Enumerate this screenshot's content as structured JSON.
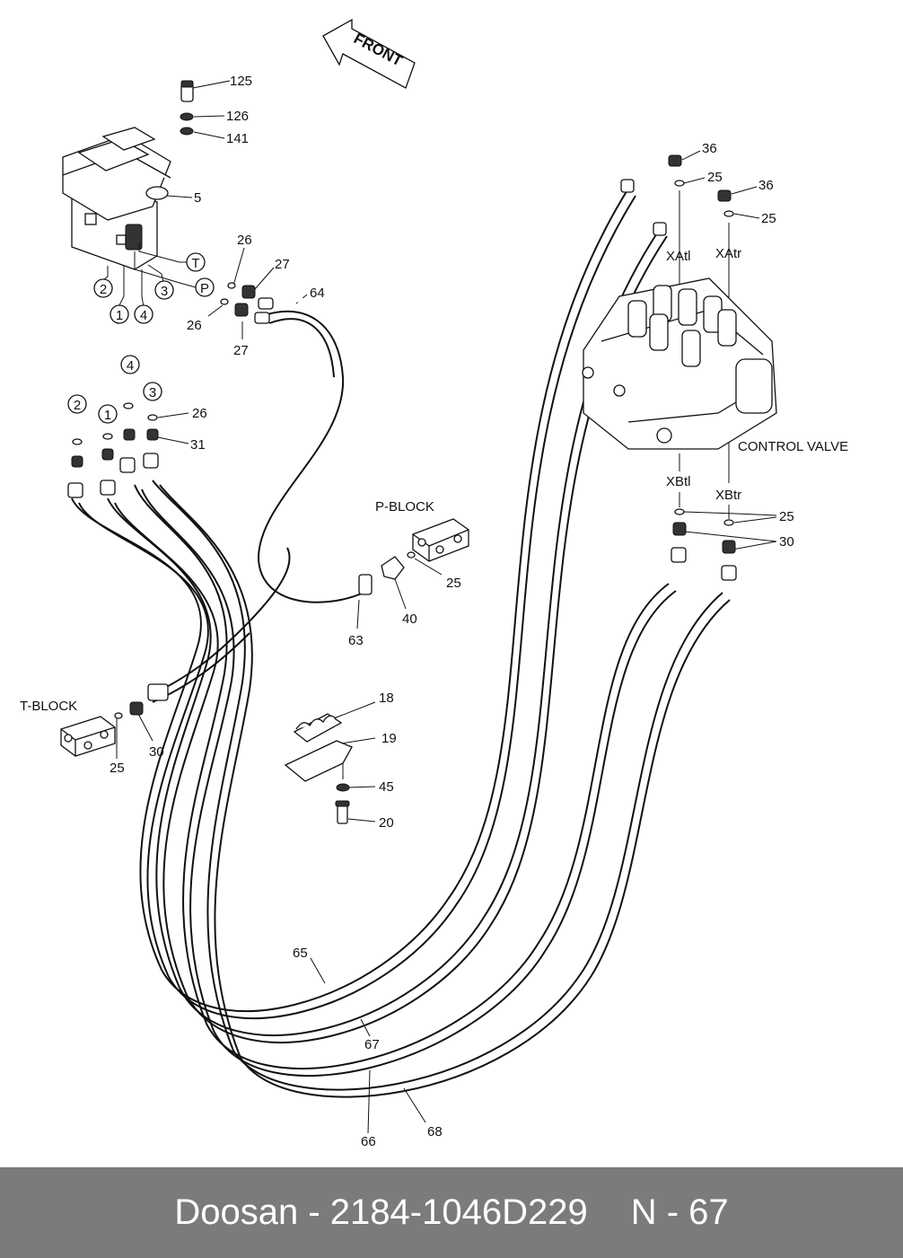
{
  "diagram": {
    "front_label": "FRONT",
    "block_labels": {
      "p_block": "P-BLOCK",
      "t_block": "T-BLOCK",
      "control_valve": "CONTROL VALVE",
      "xatl": "XAtl",
      "xatr": "XAtr",
      "xbtl": "XBtl",
      "xbtr": "XBtr"
    },
    "port_circles": {
      "t": "T",
      "p": "P",
      "top_2": "2",
      "top_1": "1",
      "top_3": "3",
      "top_4": "4",
      "left_2": "2",
      "left_1": "1",
      "left_4": "4",
      "left_3": "3"
    },
    "callouts": {
      "p125": "125",
      "p126": "126",
      "p141": "141",
      "p5": "5",
      "p26a": "26",
      "p27a": "27",
      "p64": "64",
      "p26b": "26",
      "p27b": "27",
      "p26c": "26",
      "p31": "31",
      "p36a": "36",
      "p25a": "25",
      "p36b": "36",
      "p25b": "25",
      "p25c": "25",
      "p30a": "30",
      "p25d": "25",
      "p40": "40",
      "p63": "63",
      "p30b": "30",
      "p25e": "25",
      "p18": "18",
      "p19": "19",
      "p45": "45",
      "p20": "20",
      "p65": "65",
      "p67": "67",
      "p66": "66",
      "p68": "68"
    }
  },
  "footer": {
    "part_text": "Doosan - 2184-1046D229",
    "page_ref": "N - 67"
  }
}
